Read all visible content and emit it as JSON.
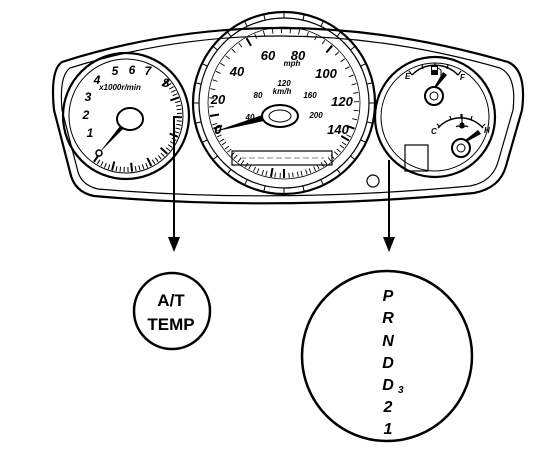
{
  "tachometer": {
    "numbers": [
      "1",
      "2",
      "3",
      "4",
      "5",
      "6",
      "7",
      "8"
    ],
    "unit": "x1000r/min"
  },
  "speedometer": {
    "numbers": [
      "0",
      "20",
      "40",
      "60",
      "80",
      "100",
      "120",
      "140"
    ],
    "unit": "mph",
    "inner_numbers": [
      "40",
      "80",
      "120",
      "160",
      "200"
    ],
    "inner_unit": "km/h"
  },
  "fuel_gauge": {
    "empty": "E",
    "full": "F"
  },
  "temp_gauge": {
    "cold": "C",
    "hot": "H"
  },
  "at_temp_indicator": {
    "line1": "A/T",
    "line2": "TEMP"
  },
  "shift_indicator": {
    "positions": [
      "P",
      "R",
      "N",
      "D",
      "D",
      "2",
      "1"
    ],
    "d3_subscript": "3"
  }
}
